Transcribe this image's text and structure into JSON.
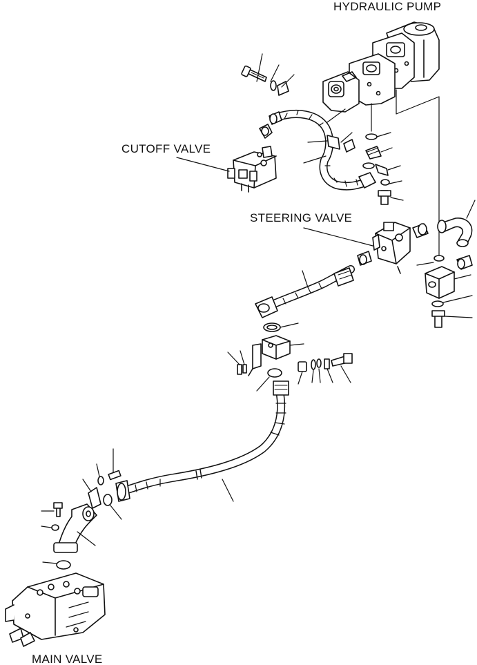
{
  "labels": {
    "hydraulic_pump": "HYDRAULIC PUMP",
    "cutoff_valve": "CUTOFF VALVE",
    "steering_valve": "STEERING VALVE",
    "main_valve": "MAIN VALVE"
  },
  "colors": {
    "ink": "#111111",
    "paper": "#ffffff"
  }
}
